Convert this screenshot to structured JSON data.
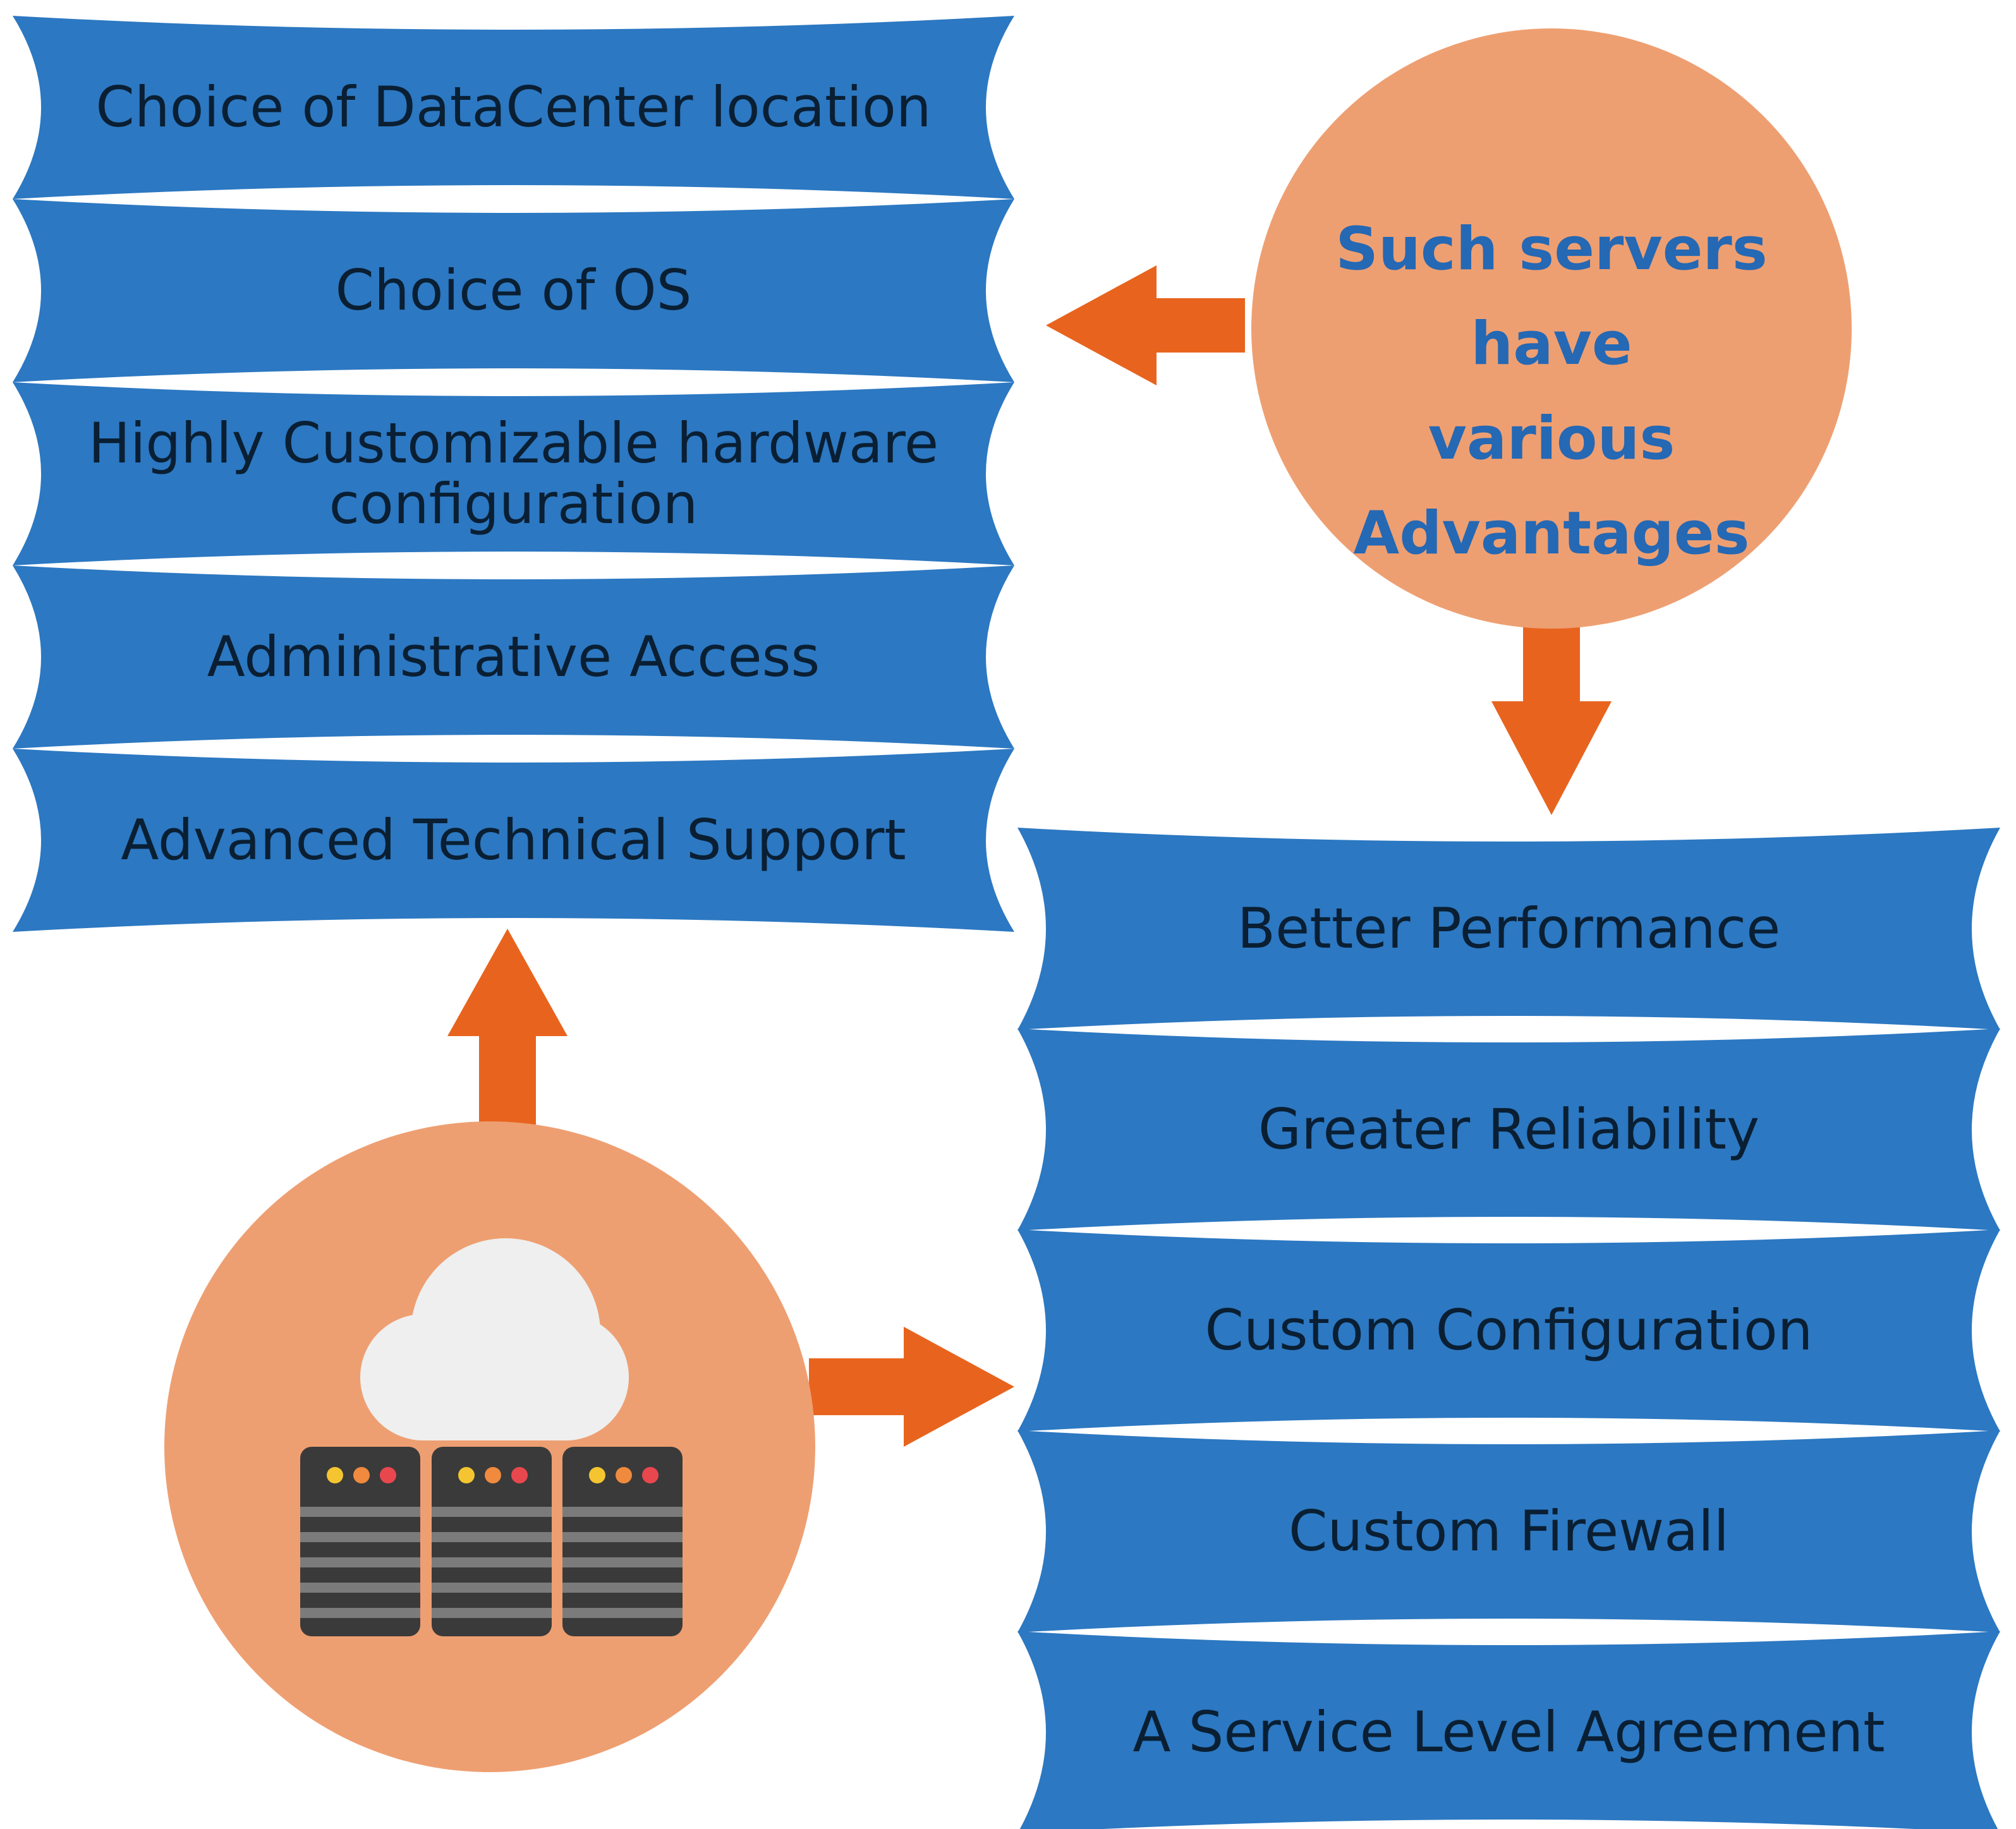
{
  "colors": {
    "banner_fill": "#2c78c2",
    "circle_fill": "#ee9f71",
    "arrow_fill": "#e8641e",
    "banner_text": "#0a1f33",
    "circle_text": "#2568b4",
    "cloud": "#efefef",
    "server_body": "#3a3a3a",
    "server_stripe": "#7b7b7b",
    "led_yellow": "#f4c531",
    "led_orange": "#f08a3e",
    "led_red": "#e9474e"
  },
  "center_node": {
    "label_lines": [
      "Such servers have",
      "various",
      "Advantages"
    ]
  },
  "server_node": {
    "icon": "cloud-server-icon"
  },
  "left_features": [
    {
      "label": "Choice of DataCenter location"
    },
    {
      "label": "Choice of OS"
    },
    {
      "label": "Highly Customizable hardware configuration"
    },
    {
      "label": "Administrative Access"
    },
    {
      "label": "Advanced Technical Support"
    }
  ],
  "right_advantages": [
    {
      "label": "Better Performance"
    },
    {
      "label": "Greater Reliability"
    },
    {
      "label": "Custom Configuration"
    },
    {
      "label": "Custom Firewall"
    },
    {
      "label": "A Service Level Agreement"
    }
  ]
}
